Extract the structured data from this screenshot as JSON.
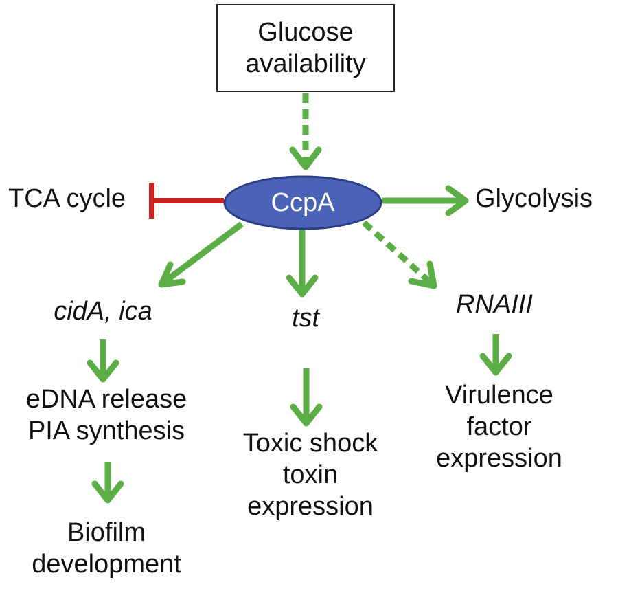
{
  "colors": {
    "activation": "#5aae45",
    "inhibition": "#c8231e",
    "node_fill": "#4a63b6",
    "node_stroke": "#2b3f86"
  },
  "nodes": {
    "glucose": {
      "line1": "Glucose",
      "line2": "availability"
    },
    "ccpa": "CcpA",
    "tca": "TCA cycle",
    "glycolysis": "Glycolysis",
    "cida_ica": "cidA, ica",
    "tst": "tst",
    "rnaiii": "RNAIII",
    "edna": {
      "line1": "eDNA release",
      "line2": "PIA synthesis"
    },
    "biofilm": {
      "line1": "Biofilm",
      "line2": "development"
    },
    "toxic": {
      "line1": "Toxic shock",
      "line2": "toxin",
      "line3": "expression"
    },
    "virulence": {
      "line1": "Virulence",
      "line2": "factor",
      "line3": "expression"
    }
  },
  "edges": [
    {
      "from": "glucose",
      "to": "ccpa",
      "type": "activation",
      "style": "dashed"
    },
    {
      "from": "ccpa",
      "to": "tca",
      "type": "inhibition",
      "style": "solid"
    },
    {
      "from": "ccpa",
      "to": "glycolysis",
      "type": "activation",
      "style": "solid"
    },
    {
      "from": "ccpa",
      "to": "cida_ica",
      "type": "activation",
      "style": "solid"
    },
    {
      "from": "ccpa",
      "to": "tst",
      "type": "activation",
      "style": "solid"
    },
    {
      "from": "ccpa",
      "to": "rnaiii",
      "type": "activation",
      "style": "dashed"
    },
    {
      "from": "cida_ica",
      "to": "edna",
      "type": "activation",
      "style": "solid"
    },
    {
      "from": "edna",
      "to": "biofilm",
      "type": "activation",
      "style": "solid"
    },
    {
      "from": "tst",
      "to": "toxic",
      "type": "activation",
      "style": "solid"
    },
    {
      "from": "rnaiii",
      "to": "virulence",
      "type": "activation",
      "style": "solid"
    }
  ]
}
